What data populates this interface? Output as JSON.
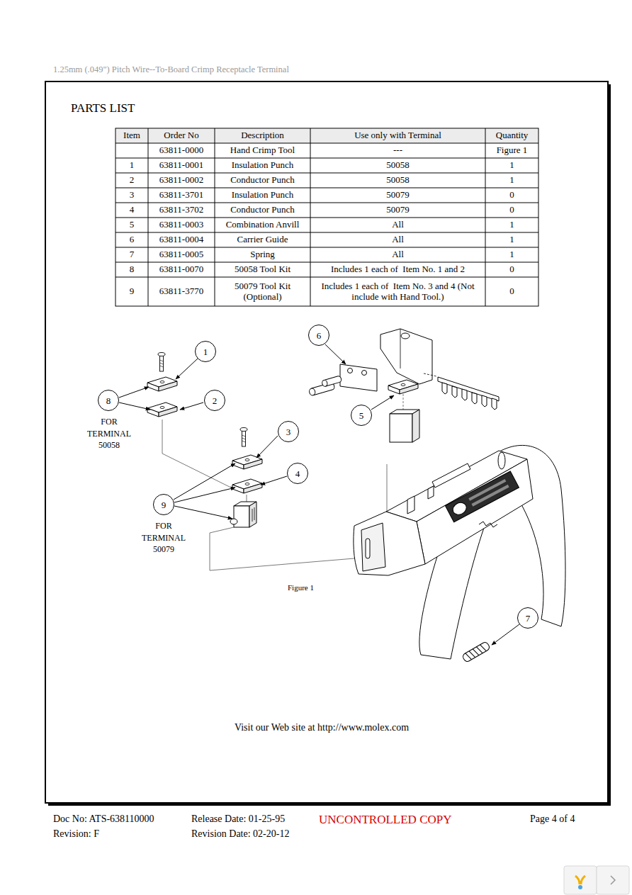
{
  "diagram": {
    "title": "PARTS LIST",
    "caption": "Figure 1",
    "nodes": [
      {
        "text": [
          "6"
        ]
      },
      {
        "text": [
          "1"
        ]
      },
      {
        "text": [
          "8"
        ]
      },
      {
        "text": [
          "2"
        ]
      },
      {
        "text": [
          "5"
        ]
      },
      {
        "text": [
          "3"
        ]
      },
      {
        "text": [
          "4"
        ]
      },
      {
        "text": [
          "9"
        ]
      },
      {
        "text": [
          "7"
        ]
      }
    ],
    "labels": [
      "1.25mm (.049\") Pitch Wire--To-Board Crimp Receptacle Terminal",
      "Item",
      "Order No",
      "Description",
      "Use only with Terminal",
      "Quantity",
      "63811-0000",
      "Hand Crimp Tool",
      "---",
      "Figure 1",
      "1",
      "63811-0001",
      "Insulation Punch",
      "50058",
      "1",
      "2",
      "63811-0002",
      "Conductor Punch",
      "50058",
      "1",
      "3",
      "63811-3701",
      "Insulation Punch",
      "50079",
      "0",
      "4",
      "63811-3702",
      "Conductor Punch",
      "50079",
      "0",
      "5",
      "63811-0003",
      "Combination Anvill",
      "All",
      "1",
      "6",
      "63811-0004",
      "Carrier Guide",
      "All",
      "1",
      "7",
      "63811-0005",
      "Spring",
      "All",
      "1",
      "8",
      "63811-0070",
      "50058 Tool Kit",
      "Includes 1 each of  Item No. 1 and 2",
      "0",
      "9",
      "63811-3770",
      "50079 Tool Kit (Optional)",
      "Includes 1 each of  Item No. 3 and 4 (Not include with Hand Tool.)",
      "0",
      "FOR TERMINAL 50058",
      "FOR TERMINAL 50079",
      "Visit our Web site at http://www.molex.com",
      "Doc No: ATS-638110000",
      "Release Date: 01-25-95",
      "UNCONTROLLED COPY",
      "Page 4 of 4",
      "Revision: F",
      "Revision Date: 02-20-12"
    ]
  }
}
